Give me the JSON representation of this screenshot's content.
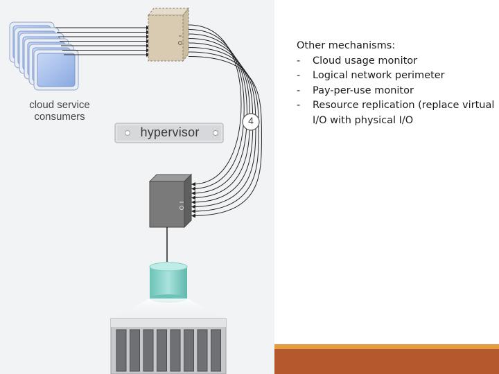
{
  "diagram": {
    "consumers_label": "cloud service\nconsumers",
    "hypervisor_label": "hypervisor",
    "step_number": "4",
    "icons": {
      "consumers": "stacked-computer-icon",
      "virtual_server": "virtual-server-icon",
      "physical_server": "physical-server-icon",
      "storage": "storage-device-icon",
      "storage_array": "storage-array-icon"
    },
    "colors": {
      "consumer_screen": "#9bb8ea",
      "virtual_server": "#d9cbb2",
      "physical_server": "#777777",
      "storage": "#7fcfc6",
      "panel_bg": "#f2f3f5"
    }
  },
  "notes": {
    "heading": "Other mechanisms:",
    "items": [
      {
        "dash": "-",
        "text": "Cloud usage monitor"
      },
      {
        "dash": "-",
        "text": "Logical network perimeter"
      },
      {
        "dash": "-",
        "text": "Pay-per-use monitor"
      },
      {
        "dash": "-",
        "text": "Resource replication (replace virtual I/O with physical I/O"
      }
    ]
  },
  "accent": {
    "bar_color": "#b4582e",
    "line_color": "#e69b3f"
  }
}
